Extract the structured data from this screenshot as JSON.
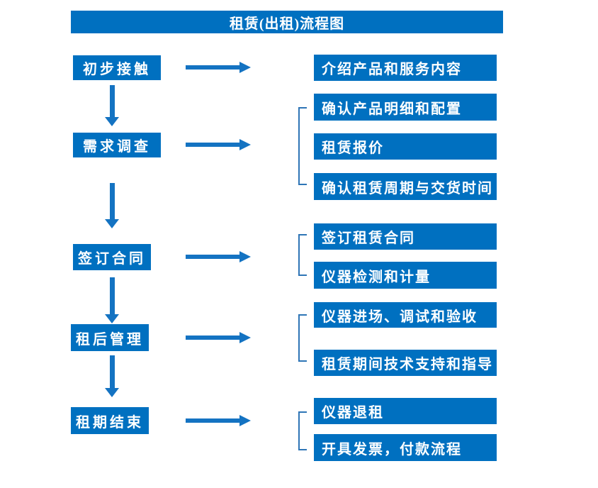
{
  "title": "租赁(出租)流程图",
  "colors": {
    "box": "#0070C0",
    "arrow": "#1473C2",
    "bracket": "#2E75B6",
    "text": "#FFFFFF"
  },
  "steps": [
    {
      "label": "初步接触",
      "details": [
        "介绍产品和服务内容"
      ]
    },
    {
      "label": "需求调查",
      "details": [
        "确认产品明细和配置",
        "租赁报价",
        "确认租赁周期与交货时间"
      ]
    },
    {
      "label": "签订合同",
      "details": [
        "签订租赁合同",
        "仪器检测和计量"
      ]
    },
    {
      "label": "租后管理",
      "details": [
        "仪器进场、调试和验收",
        "租赁期间技术支持和指导"
      ]
    },
    {
      "label": "租期结束",
      "details": [
        "仪器退租",
        "开具发票，付款流程"
      ]
    }
  ]
}
